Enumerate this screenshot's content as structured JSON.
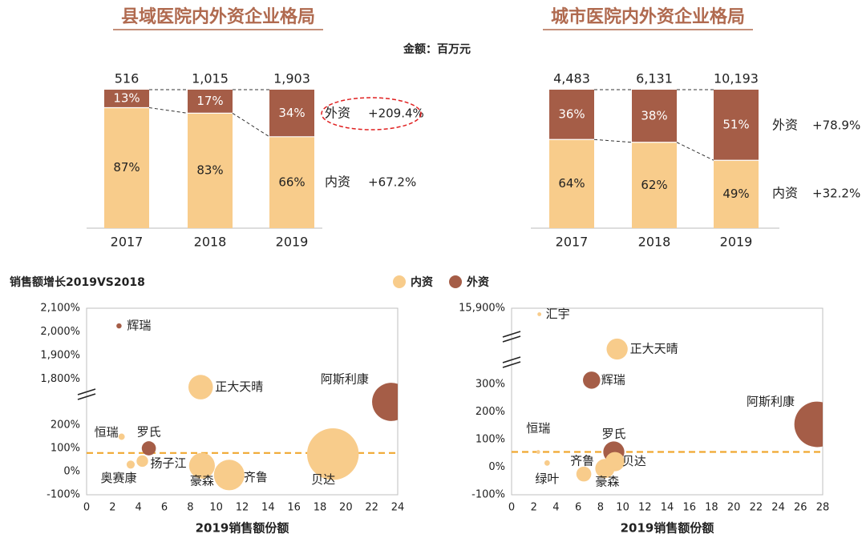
{
  "colors": {
    "domestic": "#f8cc8b",
    "foreign": "#a55d47",
    "title": "#b06a4f",
    "dash_line": "#f0a830",
    "axis": "#777777",
    "text": "#222222",
    "ellipse": "#e02020"
  },
  "unit_label": "金额：百万元",
  "legend": {
    "domestic": "内资",
    "foreign": "外资"
  },
  "chart_data": [
    {
      "type": "bar",
      "title": "县域医院内外资企业格局",
      "categories": [
        "2017",
        "2018",
        "2019"
      ],
      "totals": [
        "516",
        "1,015",
        "1,903"
      ],
      "series": [
        {
          "name": "内资",
          "values": [
            87,
            83,
            66
          ],
          "labels": [
            "87%",
            "83%",
            "66%"
          ]
        },
        {
          "name": "外资",
          "values": [
            13,
            17,
            34
          ],
          "labels": [
            "13%",
            "17%",
            "34%"
          ]
        }
      ],
      "annotations": [
        {
          "label": "外资",
          "value": "+209.4%",
          "highlight": true
        },
        {
          "label": "内资",
          "value": "+67.2%",
          "highlight": false
        }
      ]
    },
    {
      "type": "bar",
      "title": "城市医院内外资企业格局",
      "categories": [
        "2017",
        "2018",
        "2019"
      ],
      "totals": [
        "4,483",
        "6,131",
        "10,193"
      ],
      "series": [
        {
          "name": "内资",
          "values": [
            64,
            62,
            49
          ],
          "labels": [
            "64%",
            "62%",
            "49%"
          ]
        },
        {
          "name": "外资",
          "values": [
            36,
            38,
            51
          ],
          "labels": [
            "36%",
            "38%",
            "51%"
          ]
        }
      ],
      "annotations": [
        {
          "label": "外资",
          "value": "+78.9%",
          "highlight": false
        },
        {
          "label": "内资",
          "value": "+32.2%",
          "highlight": false
        }
      ]
    },
    {
      "type": "scatter",
      "title": "销售额增长2019VS2018",
      "xlabel": "2019销售额份额",
      "xlim": [
        0,
        24
      ],
      "xticks": [
        "0",
        "2",
        "4",
        "6",
        "8",
        "10",
        "12",
        "14",
        "16",
        "18",
        "20",
        "22",
        "24"
      ],
      "yticks_upper": [
        "2,100%",
        "2,000%",
        "1,900%",
        "1,800%"
      ],
      "yticks_lower": [
        "200%",
        "100%",
        "0%",
        "-100%"
      ],
      "ylim_upper": [
        1750,
        2100
      ],
      "ylim_lower": [
        -100,
        200
      ],
      "reference_y": 80,
      "points": [
        {
          "name": "辉瑞",
          "x": 2.5,
          "y": 2025,
          "size": 0.2,
          "group": "外资"
        },
        {
          "name": "正大天晴",
          "x": 8.8,
          "y": 1765,
          "size": 4.5,
          "group": "内资"
        },
        {
          "name": "阿斯利康",
          "x": 23.5,
          "y": 300,
          "size": 11,
          "group": "外资"
        },
        {
          "name": "恒瑞",
          "x": 2.7,
          "y": 150,
          "size": 0.3,
          "group": "内资"
        },
        {
          "name": "罗氏",
          "x": 4.8,
          "y": 100,
          "size": 1.5,
          "group": "外资"
        },
        {
          "name": "奥赛康",
          "x": 3.4,
          "y": 30,
          "size": 0.5,
          "group": "内资"
        },
        {
          "name": "扬子江",
          "x": 4.3,
          "y": 45,
          "size": 1.0,
          "group": "内资"
        },
        {
          "name": "豪森",
          "x": 8.9,
          "y": 25,
          "size": 5,
          "group": "内资"
        },
        {
          "name": "齐鲁",
          "x": 11,
          "y": -15,
          "size": 7,
          "group": "内资"
        },
        {
          "name": "贝达",
          "x": 19,
          "y": 75,
          "size": 20,
          "group": "内资"
        }
      ]
    },
    {
      "type": "scatter",
      "title": "",
      "xlabel": "2019销售额份额",
      "xlim": [
        0,
        28
      ],
      "xticks": [
        "0",
        "2",
        "4",
        "6",
        "8",
        "10",
        "12",
        "14",
        "16",
        "18",
        "20",
        "22",
        "24",
        "26",
        "28"
      ],
      "yticks_upper": [
        "15,900%"
      ],
      "yticks_lower": [
        "300%",
        "200%",
        "100%",
        "0%",
        "-100%"
      ],
      "ylim_upper": [
        15500,
        15900
      ],
      "ylim_lower": [
        -100,
        300
      ],
      "reference_y": 55,
      "points": [
        {
          "name": "汇宇",
          "x": 2.5,
          "y": 15850,
          "size": 0.1,
          "group": "内资"
        },
        {
          "name": "正大天晴",
          "x": 9.5,
          "y": 15560,
          "size": 3,
          "group": "内资"
        },
        {
          "name": "辉瑞",
          "x": 7.2,
          "y": 315,
          "size": 2,
          "group": "外资"
        },
        {
          "name": "阿斯利康",
          "x": 27.5,
          "y": 155,
          "size": 14,
          "group": "外资"
        },
        {
          "name": "罗氏",
          "x": 9.2,
          "y": 55,
          "size": 3,
          "group": "外资"
        },
        {
          "name": "恒瑞",
          "x": 2.4,
          "y": 55,
          "size": 0.1,
          "group": "内资"
        },
        {
          "name": "绿叶",
          "x": 3.2,
          "y": 15,
          "size": 0.2,
          "group": "内资"
        },
        {
          "name": "齐鲁",
          "x": 6.5,
          "y": -25,
          "size": 1.5,
          "group": "内资"
        },
        {
          "name": "豪森",
          "x": 8.4,
          "y": -5,
          "size": 2.5,
          "group": "内资"
        },
        {
          "name": "贝达",
          "x": 9.3,
          "y": 20,
          "size": 2.5,
          "group": "内资"
        }
      ]
    }
  ]
}
